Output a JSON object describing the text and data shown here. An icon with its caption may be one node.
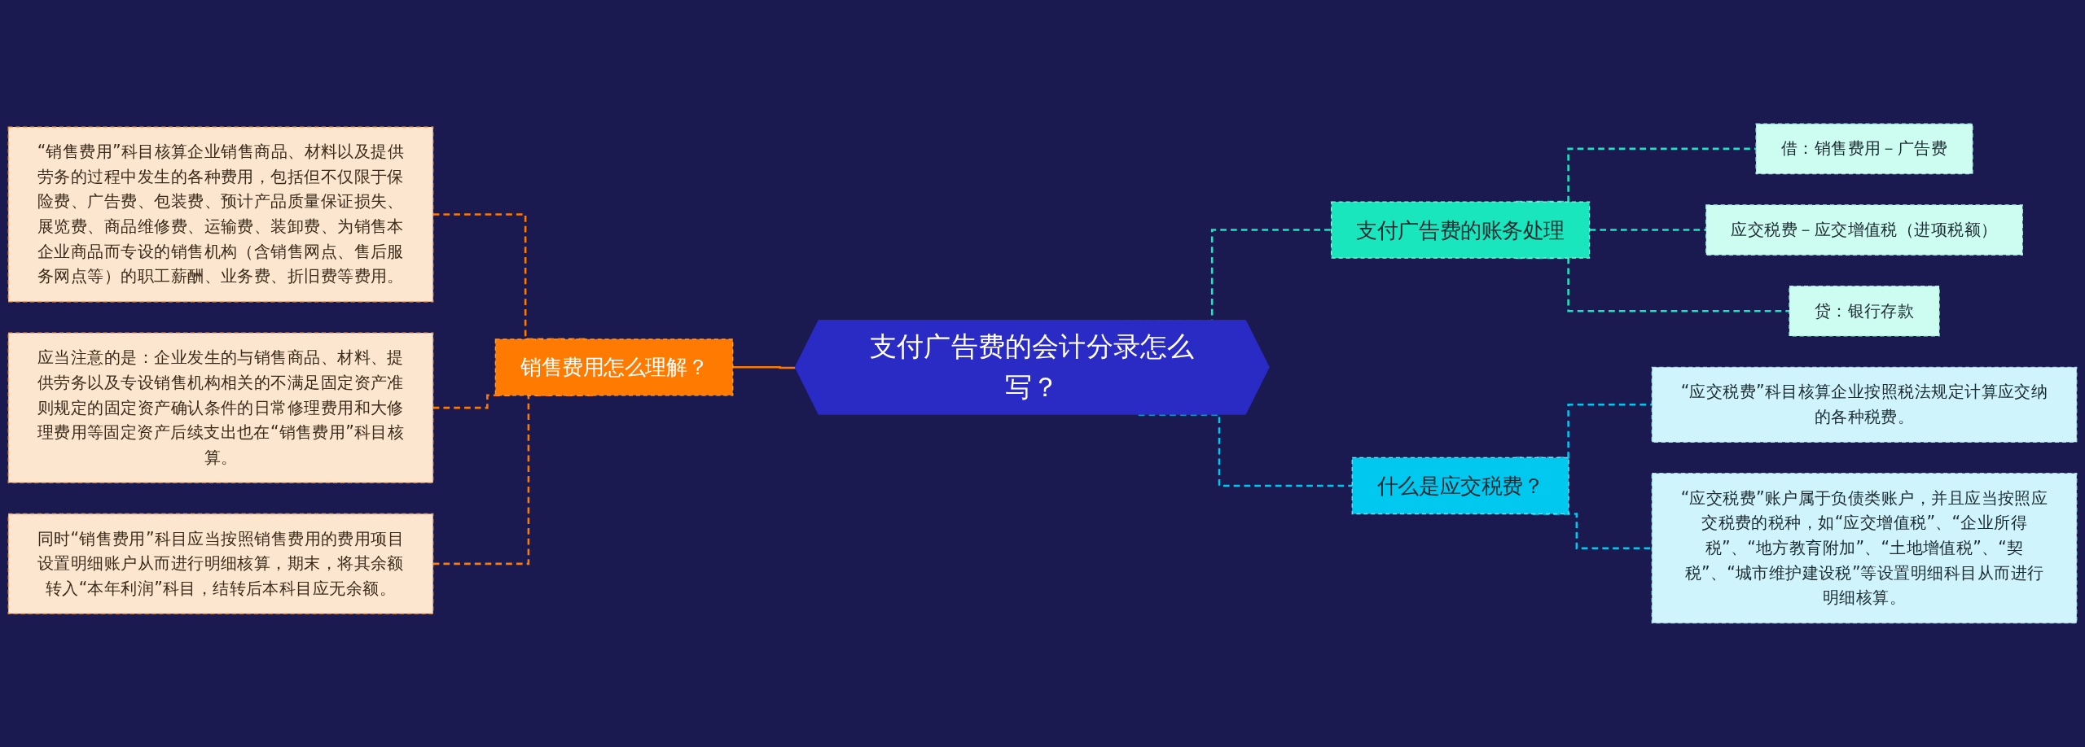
{
  "diagram": {
    "nodes": [
      {
        "text": [
          "支付广告费的会计分录怎么写？"
        ]
      },
      {
        "text": [
          "销售费用怎么理解？"
        ]
      },
      {
        "text": [
          "“销售费用”科目核算企业销售商品、材料以及提供劳务的过程中发生的各种费用，包括但不仅限于保险费、广告费、包装费、预计产品质量保证损失、展览费、商品维修费、运输费、装卸费、为销售本企业商品而专设的销售机构（含销售网点、售后服务网点等）的职工薪酬、业务费、折旧费等费用。"
        ]
      },
      {
        "text": [
          "应当注意的是：企业发生的与销售商品、材料、提供劳务以及专设销售机构相关的不满足固定资产准则规定的固定资产确认条件的日常修理费用和大修理费用等固定资产后续支出也在“销售费用”科目核算。"
        ]
      },
      {
        "text": [
          "同时“销售费用”科目应当按照销售费用的费用项目设置明细账户从而进行明细核算，期末，将其余额转入“本年利润”科目，结转后本科目应无余额。"
        ]
      },
      {
        "text": [
          "支付广告费的账务处理"
        ]
      },
      {
        "text": [
          "借：销售费用－广告费"
        ]
      },
      {
        "text": [
          "应交税费－应交增值税（进项税额）"
        ]
      },
      {
        "text": [
          "贷：银行存款"
        ]
      },
      {
        "text": [
          "什么是应交税费？"
        ]
      },
      {
        "text": [
          "“应交税费”科目核算企业按照税法规定计算应交纳的各种税费。"
        ]
      },
      {
        "text": [
          "“应交税费”账户属于负债类账户，并且应当按照应交税费的税种，如“应交增值税”、“企业所得税”、“地方教育附加”、“土地增值税”、“契税”、“城市维护建设税”等设置明细科目从而进行明细核算。"
        ]
      }
    ],
    "edges": [
      {
        "from": 1,
        "to": 0,
        "arrow": "none",
        "color": "#ff7a00"
      },
      {
        "from": 2,
        "to": 1,
        "arrow": "none",
        "style": "dashed",
        "color": "#ff7a00"
      },
      {
        "from": 3,
        "to": 1,
        "arrow": "none",
        "style": "dashed",
        "color": "#ff7a00"
      },
      {
        "from": 4,
        "to": 1,
        "arrow": "none",
        "style": "dashed",
        "color": "#ff7a00"
      },
      {
        "from": 0,
        "to": 5,
        "arrow": "none",
        "style": "dashed",
        "color": "#19e6bd"
      },
      {
        "from": 5,
        "to": 6,
        "arrow": "none",
        "style": "dashed",
        "color": "#19e6bd"
      },
      {
        "from": 5,
        "to": 7,
        "arrow": "none",
        "style": "dashed",
        "color": "#19e6bd"
      },
      {
        "from": 5,
        "to": 8,
        "arrow": "none",
        "style": "dashed",
        "color": "#19e6bd"
      },
      {
        "from": 0,
        "to": 9,
        "arrow": "none",
        "style": "dashed",
        "color": "#00c8ef"
      },
      {
        "from": 9,
        "to": 10,
        "arrow": "none",
        "style": "dashed",
        "color": "#00c8ef"
      },
      {
        "from": 9,
        "to": 11,
        "arrow": "none",
        "style": "dashed",
        "color": "#00c8ef"
      }
    ]
  }
}
